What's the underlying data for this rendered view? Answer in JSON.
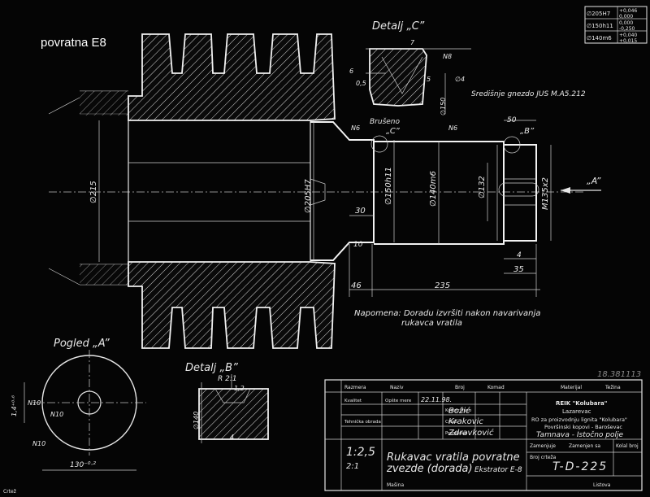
{
  "sheet_label": "povratna E8",
  "ref_number": "18.381113",
  "detail_c": {
    "title": "Detalj „C”",
    "dims": [
      "7",
      "6",
      "N8",
      "0,5",
      "∅4",
      "5"
    ]
  },
  "detail_b": {
    "title": "Detalj „B”",
    "scale": "R 2:1",
    "dims": [
      "1,2",
      "4",
      "∅140"
    ]
  },
  "pogled_a": {
    "title": "Pogled „A”",
    "dims": [
      "130⁻⁰·²",
      "1,4⁺⁰·⁶",
      "N10",
      "N10",
      "N10"
    ]
  },
  "tolerances": [
    {
      "fit": "∅205H7",
      "upper": "+0,046",
      "lower": "0,000"
    },
    {
      "fit": "∅150h11",
      "upper": "0,000",
      "lower": "-0,250"
    },
    {
      "fit": "∅140m6",
      "upper": "+0,040",
      "lower": "+0,015"
    }
  ],
  "dimensions": {
    "bore": "∅205H7",
    "outer": "∅215",
    "d150": "∅150h11",
    "d140": "∅140m6",
    "d132": "∅132",
    "thread": "M135x2",
    "len30": "30",
    "len46": "46",
    "len235": "235",
    "len50": "50",
    "len35": "35",
    "len4": "4",
    "chamfer": "10",
    "d150b": "∅150",
    "view_a": "„A”",
    "label_b": "„B”",
    "label_c": "„C”",
    "center_hole": "Središnje gnezdo JUS M.A5.212",
    "ground": "Brušeno",
    "n6a": "N6",
    "n6b": "N6"
  },
  "note": {
    "line1": "Napomena: Doradu izvršiti nakon navarivanja",
    "line2": "rukavca vratila"
  },
  "title_block": {
    "headers": [
      "Razmera",
      "Naziv",
      "Broj",
      "Komad",
      "Materijal",
      "Težina"
    ],
    "roles": [
      "Projektovao",
      "Konstruisao",
      "Crtao",
      "Pregledao",
      "Standardizovao",
      "Odobrio"
    ],
    "date": "22.11.98.",
    "names": [
      "Božić",
      "Krakovic",
      "Zdravković"
    ],
    "company": "REIK \"Kolubara\"",
    "company_city": "Lazarevac",
    "company_ro": "RO za proizvodnju lignita \"Kolubara\"",
    "company_unit": "Površinski kopovi - Baroševac",
    "site": "Tamnava - Istočno polje",
    "scale1": "1:2,5",
    "scale2": "2:1",
    "part_line1": "Rukavac vratila povratne",
    "part_line2": "zvezde (dorada)",
    "machine": "Ekstrator E-8",
    "drawing_no": "T-D-225",
    "drawing_no_label": "Broj crteža",
    "sheet_label": "Kolal broj",
    "small": [
      "Kvalitet",
      "Tehnička obrada",
      "Opšte mere",
      "Ispitivanja",
      "Zamenjuje",
      "Zamenjen sa",
      "Listova",
      "Mašina"
    ]
  },
  "bottom_left": "Crtež"
}
